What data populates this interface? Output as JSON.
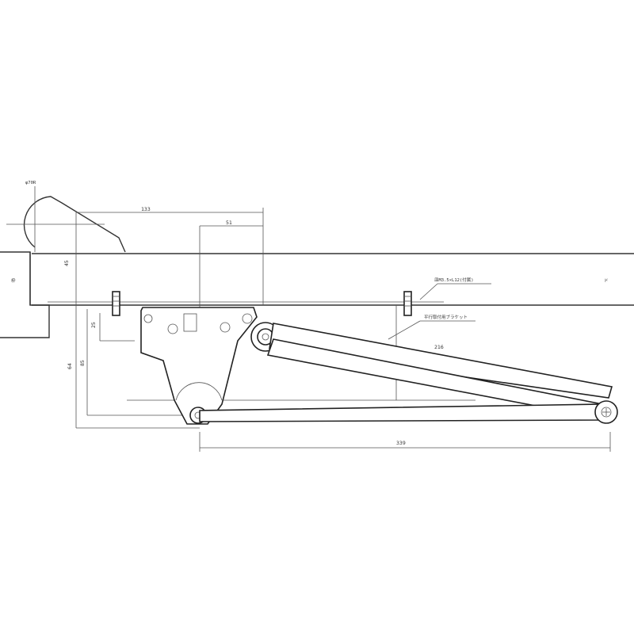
{
  "labels": {
    "door_mark": "ド",
    "frame_mark": "枠",
    "top_left_note": "φ70R",
    "screw_note": "皿M3.5×L12(付属)",
    "bracket_note": "平行取付用ブラケット"
  },
  "dimensions": {
    "top_width": "133",
    "top_offset": "51",
    "frame_height": "45",
    "body_depth": "25",
    "left_height_1": "64",
    "left_height_2": "85",
    "arm_length": "216",
    "bottom_length": "339"
  }
}
